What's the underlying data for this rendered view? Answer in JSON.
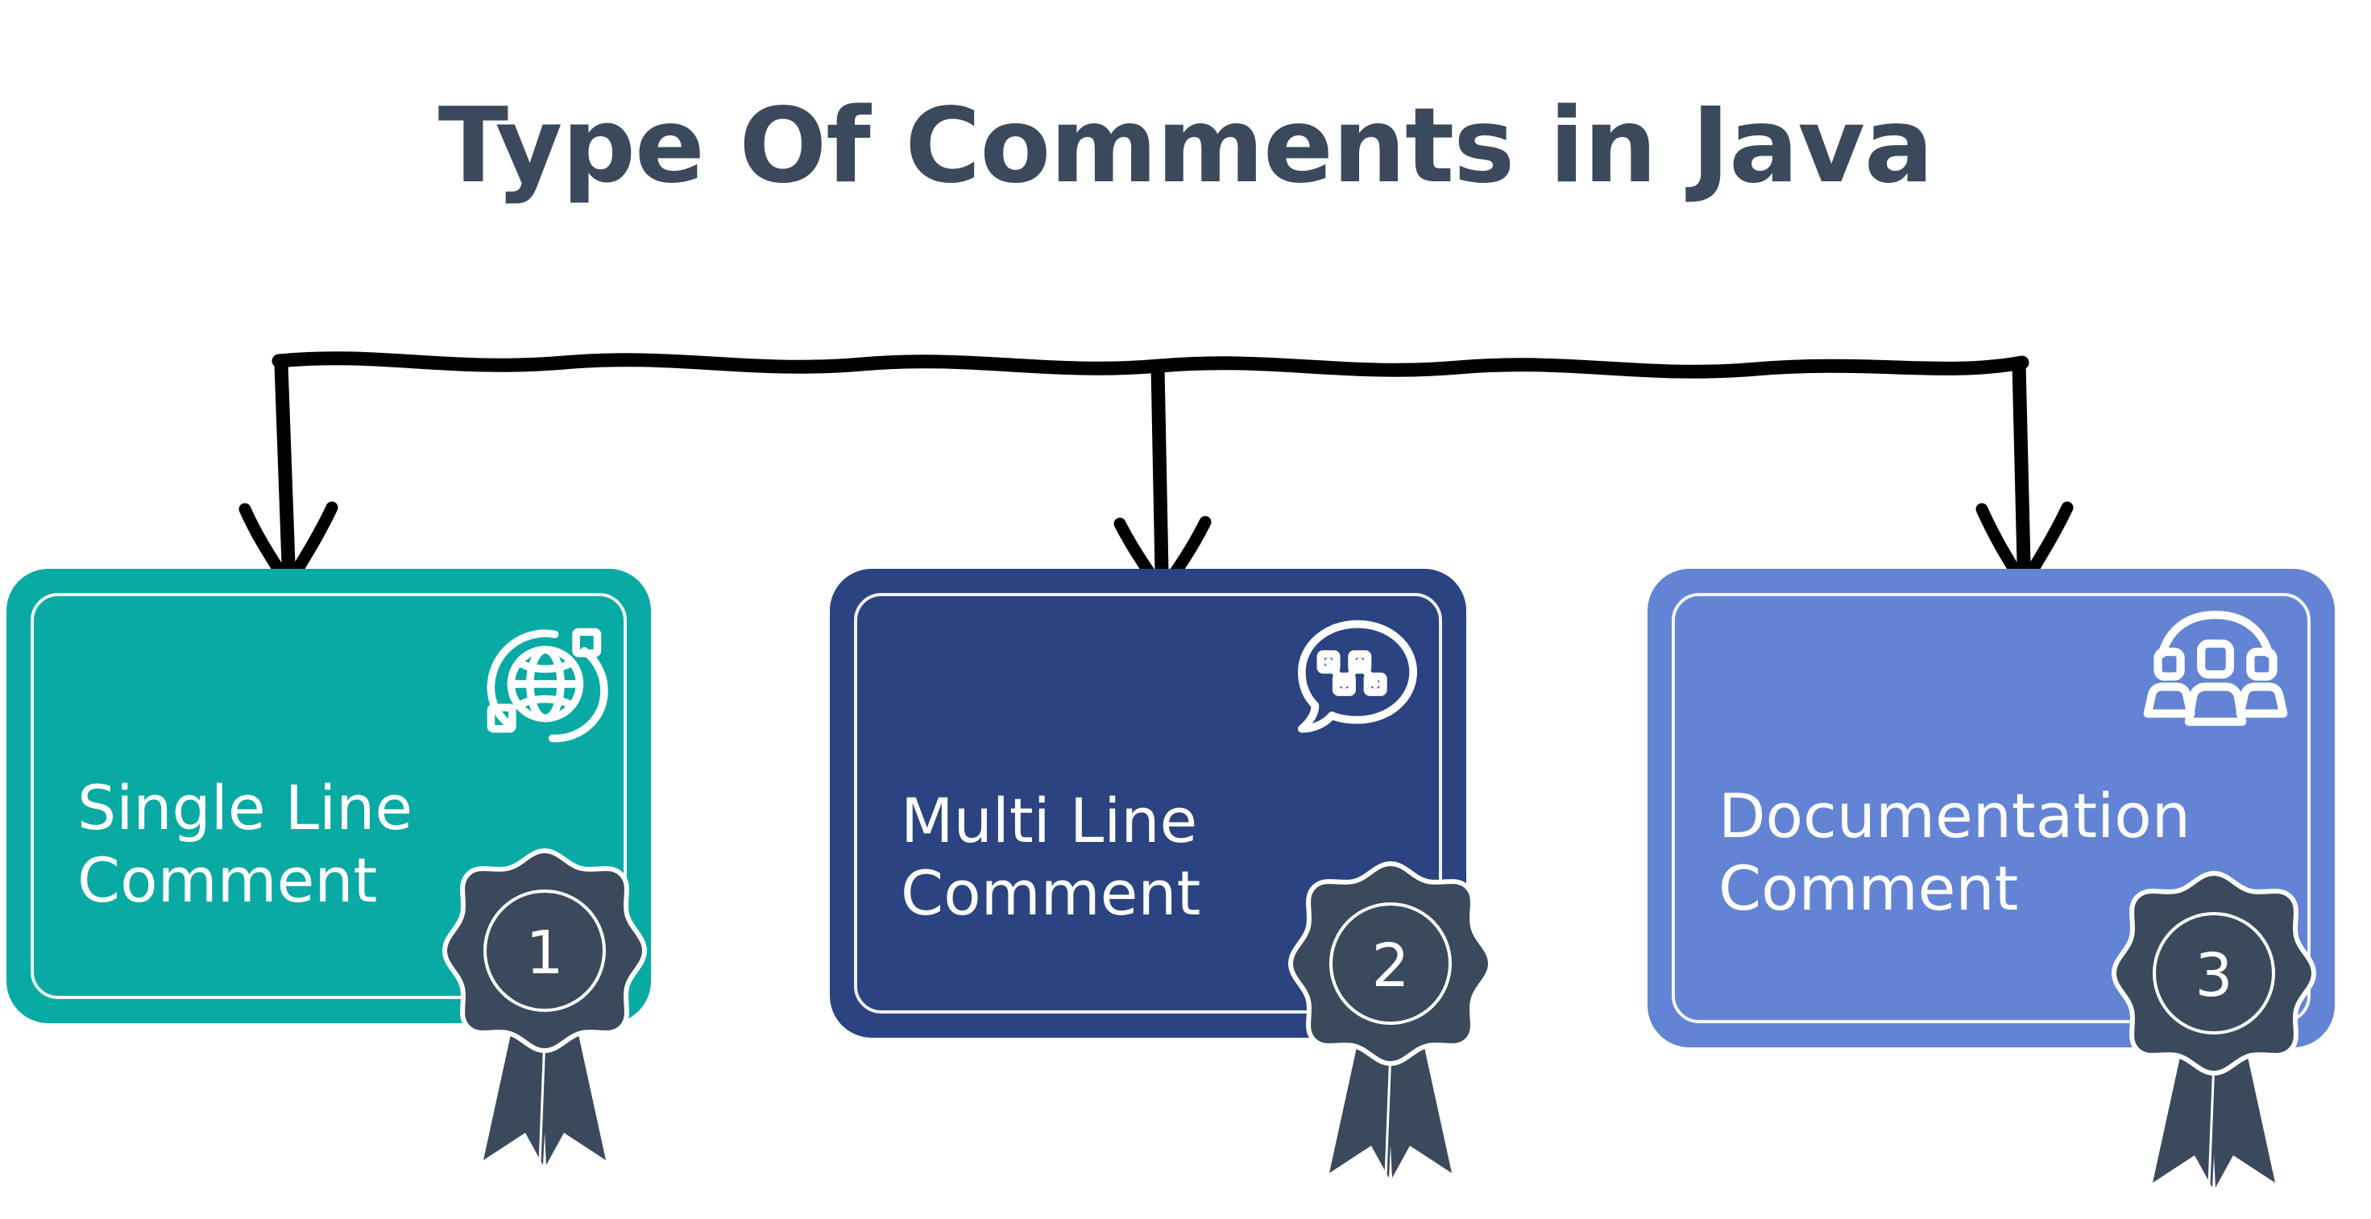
{
  "page": {
    "title": "Type Of Comments in Java",
    "background_color": "#ffffff",
    "title_color": "#3a4a5c"
  },
  "connector": {
    "name": "hand-drawn-bracket-with-three-arrows",
    "color": "#000000",
    "branch_count": 3
  },
  "cards": [
    {
      "id": "card-1",
      "label": "Single Line\nComment",
      "color": "#0aaaa4",
      "icon": "globe-network-icon",
      "badge_number": "1",
      "badge_color": "#3a4a5c"
    },
    {
      "id": "card-2",
      "label": "Multi Line\nComment",
      "color": "#2b4380",
      "icon": "speech-bubble-nodes-icon",
      "badge_number": "2",
      "badge_color": "#3a4a5c"
    },
    {
      "id": "card-3",
      "label": "Documentation\nComment",
      "color": "#6384d4",
      "icon": "people-group-icon",
      "badge_number": "3",
      "badge_color": "#3a4a5c"
    }
  ]
}
